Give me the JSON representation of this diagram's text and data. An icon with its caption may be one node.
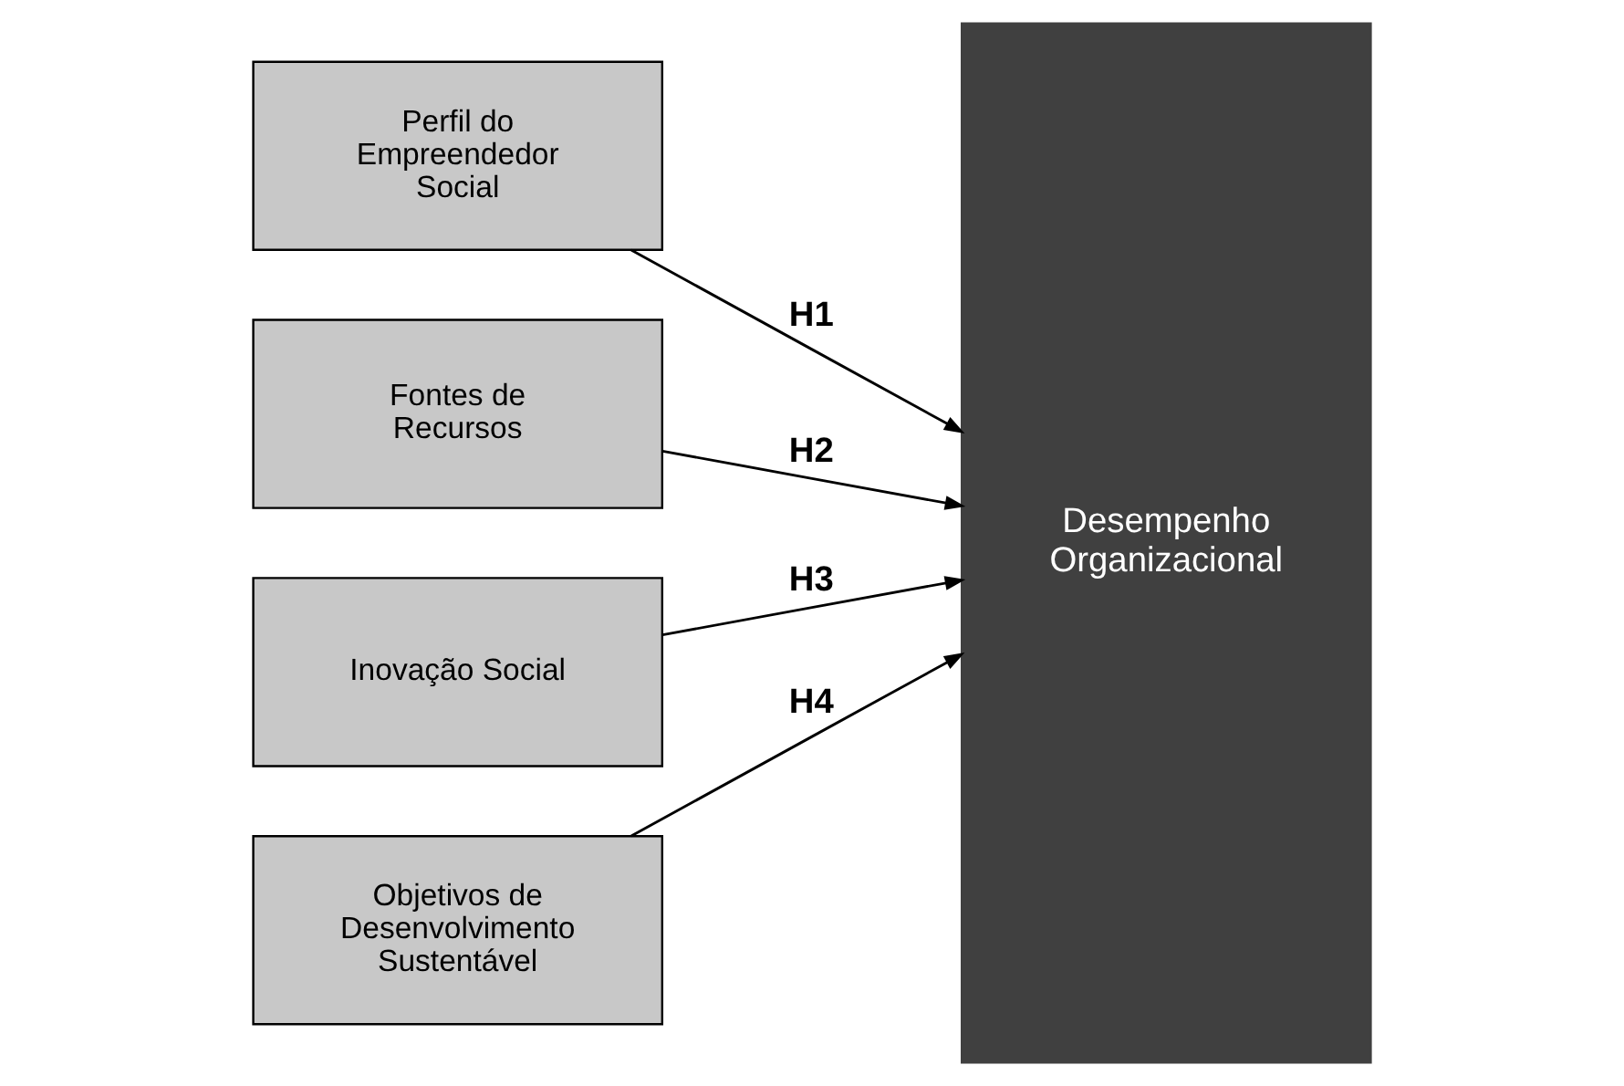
{
  "diagram": {
    "nodes": [
      {
        "text": [
          "Perfil do Empreendedor Social"
        ]
      },
      {
        "text": [
          "Fontes de Recursos"
        ]
      },
      {
        "text": [
          "Inovação Social"
        ]
      },
      {
        "text": [
          "Objetivos de Desenvolvimento Sustentável"
        ]
      },
      {
        "text": [
          "Desempenho Organizacional"
        ]
      }
    ],
    "edges": [
      {
        "from": 0,
        "to": 4,
        "arrow": "to",
        "label": "H1"
      },
      {
        "from": 1,
        "to": 4,
        "arrow": "to",
        "label": "H2"
      },
      {
        "from": 2,
        "to": 4,
        "arrow": "to",
        "label": "H3"
      },
      {
        "from": 3,
        "to": 4,
        "arrow": "to",
        "label": "H4"
      }
    ]
  }
}
